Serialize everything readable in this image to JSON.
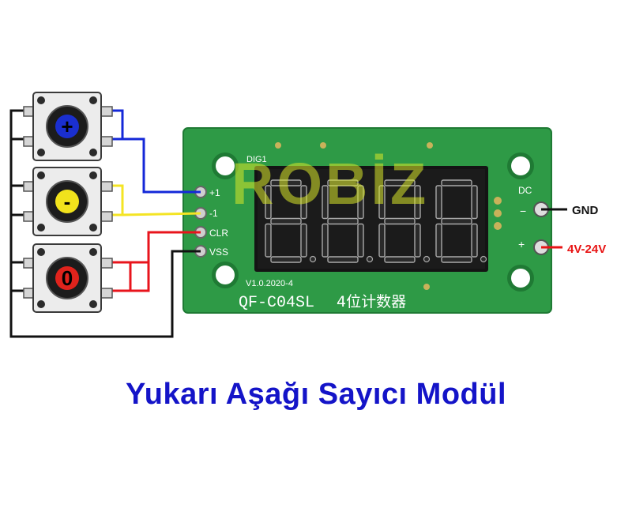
{
  "diagram": {
    "title": "Yukarı Aşağı Sayıcı Modül",
    "watermark": "ROBİZ",
    "board": {
      "model": "QF-C04SL",
      "model_suffix": "4位计数器",
      "version": "V1.0.2020-4",
      "digit_label": "DIG1",
      "display_digits": 4
    },
    "pins": [
      {
        "label": "+1"
      },
      {
        "label": "-1"
      },
      {
        "label": "CLR"
      },
      {
        "label": "VSS"
      }
    ],
    "buttons": [
      {
        "symbol": "+",
        "cap_color": "#1a2fd0",
        "symbol_color": "#000000",
        "wire_color": "#1428d8"
      },
      {
        "symbol": "-",
        "cap_color": "#f1e21c",
        "symbol_color": "#000000",
        "wire_color": "#f4e424"
      },
      {
        "symbol": "0",
        "cap_color": "#e0231c",
        "symbol_color": "#000000",
        "wire_color": "#e8141c"
      }
    ],
    "power": {
      "dc_label": "DC",
      "minus_sign": "−",
      "plus_sign": "+",
      "gnd_label": "GND",
      "vin_label": "4V-24V",
      "vin_color": "#e81414"
    },
    "colors": {
      "pcb": "#2e9a46",
      "pcb_dark": "#1f7a34",
      "wire_black": "#111111",
      "title": "#1414c8"
    }
  }
}
